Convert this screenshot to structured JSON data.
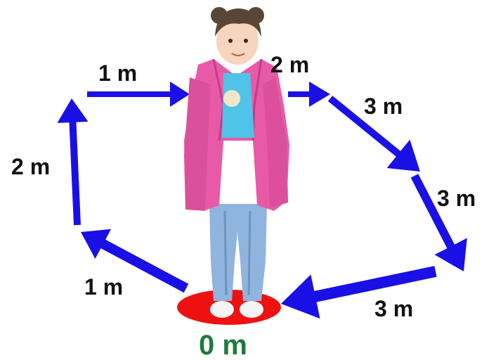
{
  "diagram": {
    "arrow_color": "#1a10e6",
    "origin_spot_color": "#ee1111",
    "origin_label_color": "#1f7a3a",
    "origin_label": "0 m",
    "segments": [
      {
        "id": "seg-1",
        "label": "1 m"
      },
      {
        "id": "seg-2",
        "label": "2 m"
      },
      {
        "id": "seg-3",
        "label": "1 m"
      },
      {
        "id": "seg-4",
        "label": "2 m"
      },
      {
        "id": "seg-5",
        "label": "3 m"
      },
      {
        "id": "seg-6",
        "label": "3 m"
      },
      {
        "id": "seg-7",
        "label": "3 m"
      }
    ],
    "figure": {
      "icon": "girl-in-pink-jacket-icon",
      "jacket_color": "#e85aa8",
      "jeans_color": "#8fb4de",
      "hair_color": "#5a4636",
      "shirt_color": "#4fc3e8"
    }
  }
}
